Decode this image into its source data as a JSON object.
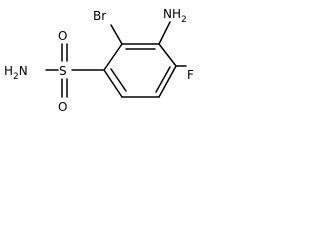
{
  "molecule": {
    "atoms": {
      "br": "Br",
      "nh2_main": "NH",
      "nh2_sub": "2",
      "f": "F",
      "s": "S",
      "o_top": "O",
      "o_bottom": "O",
      "h2n_main": "H",
      "h2n_sub": "2",
      "h2n_n": "N"
    }
  }
}
